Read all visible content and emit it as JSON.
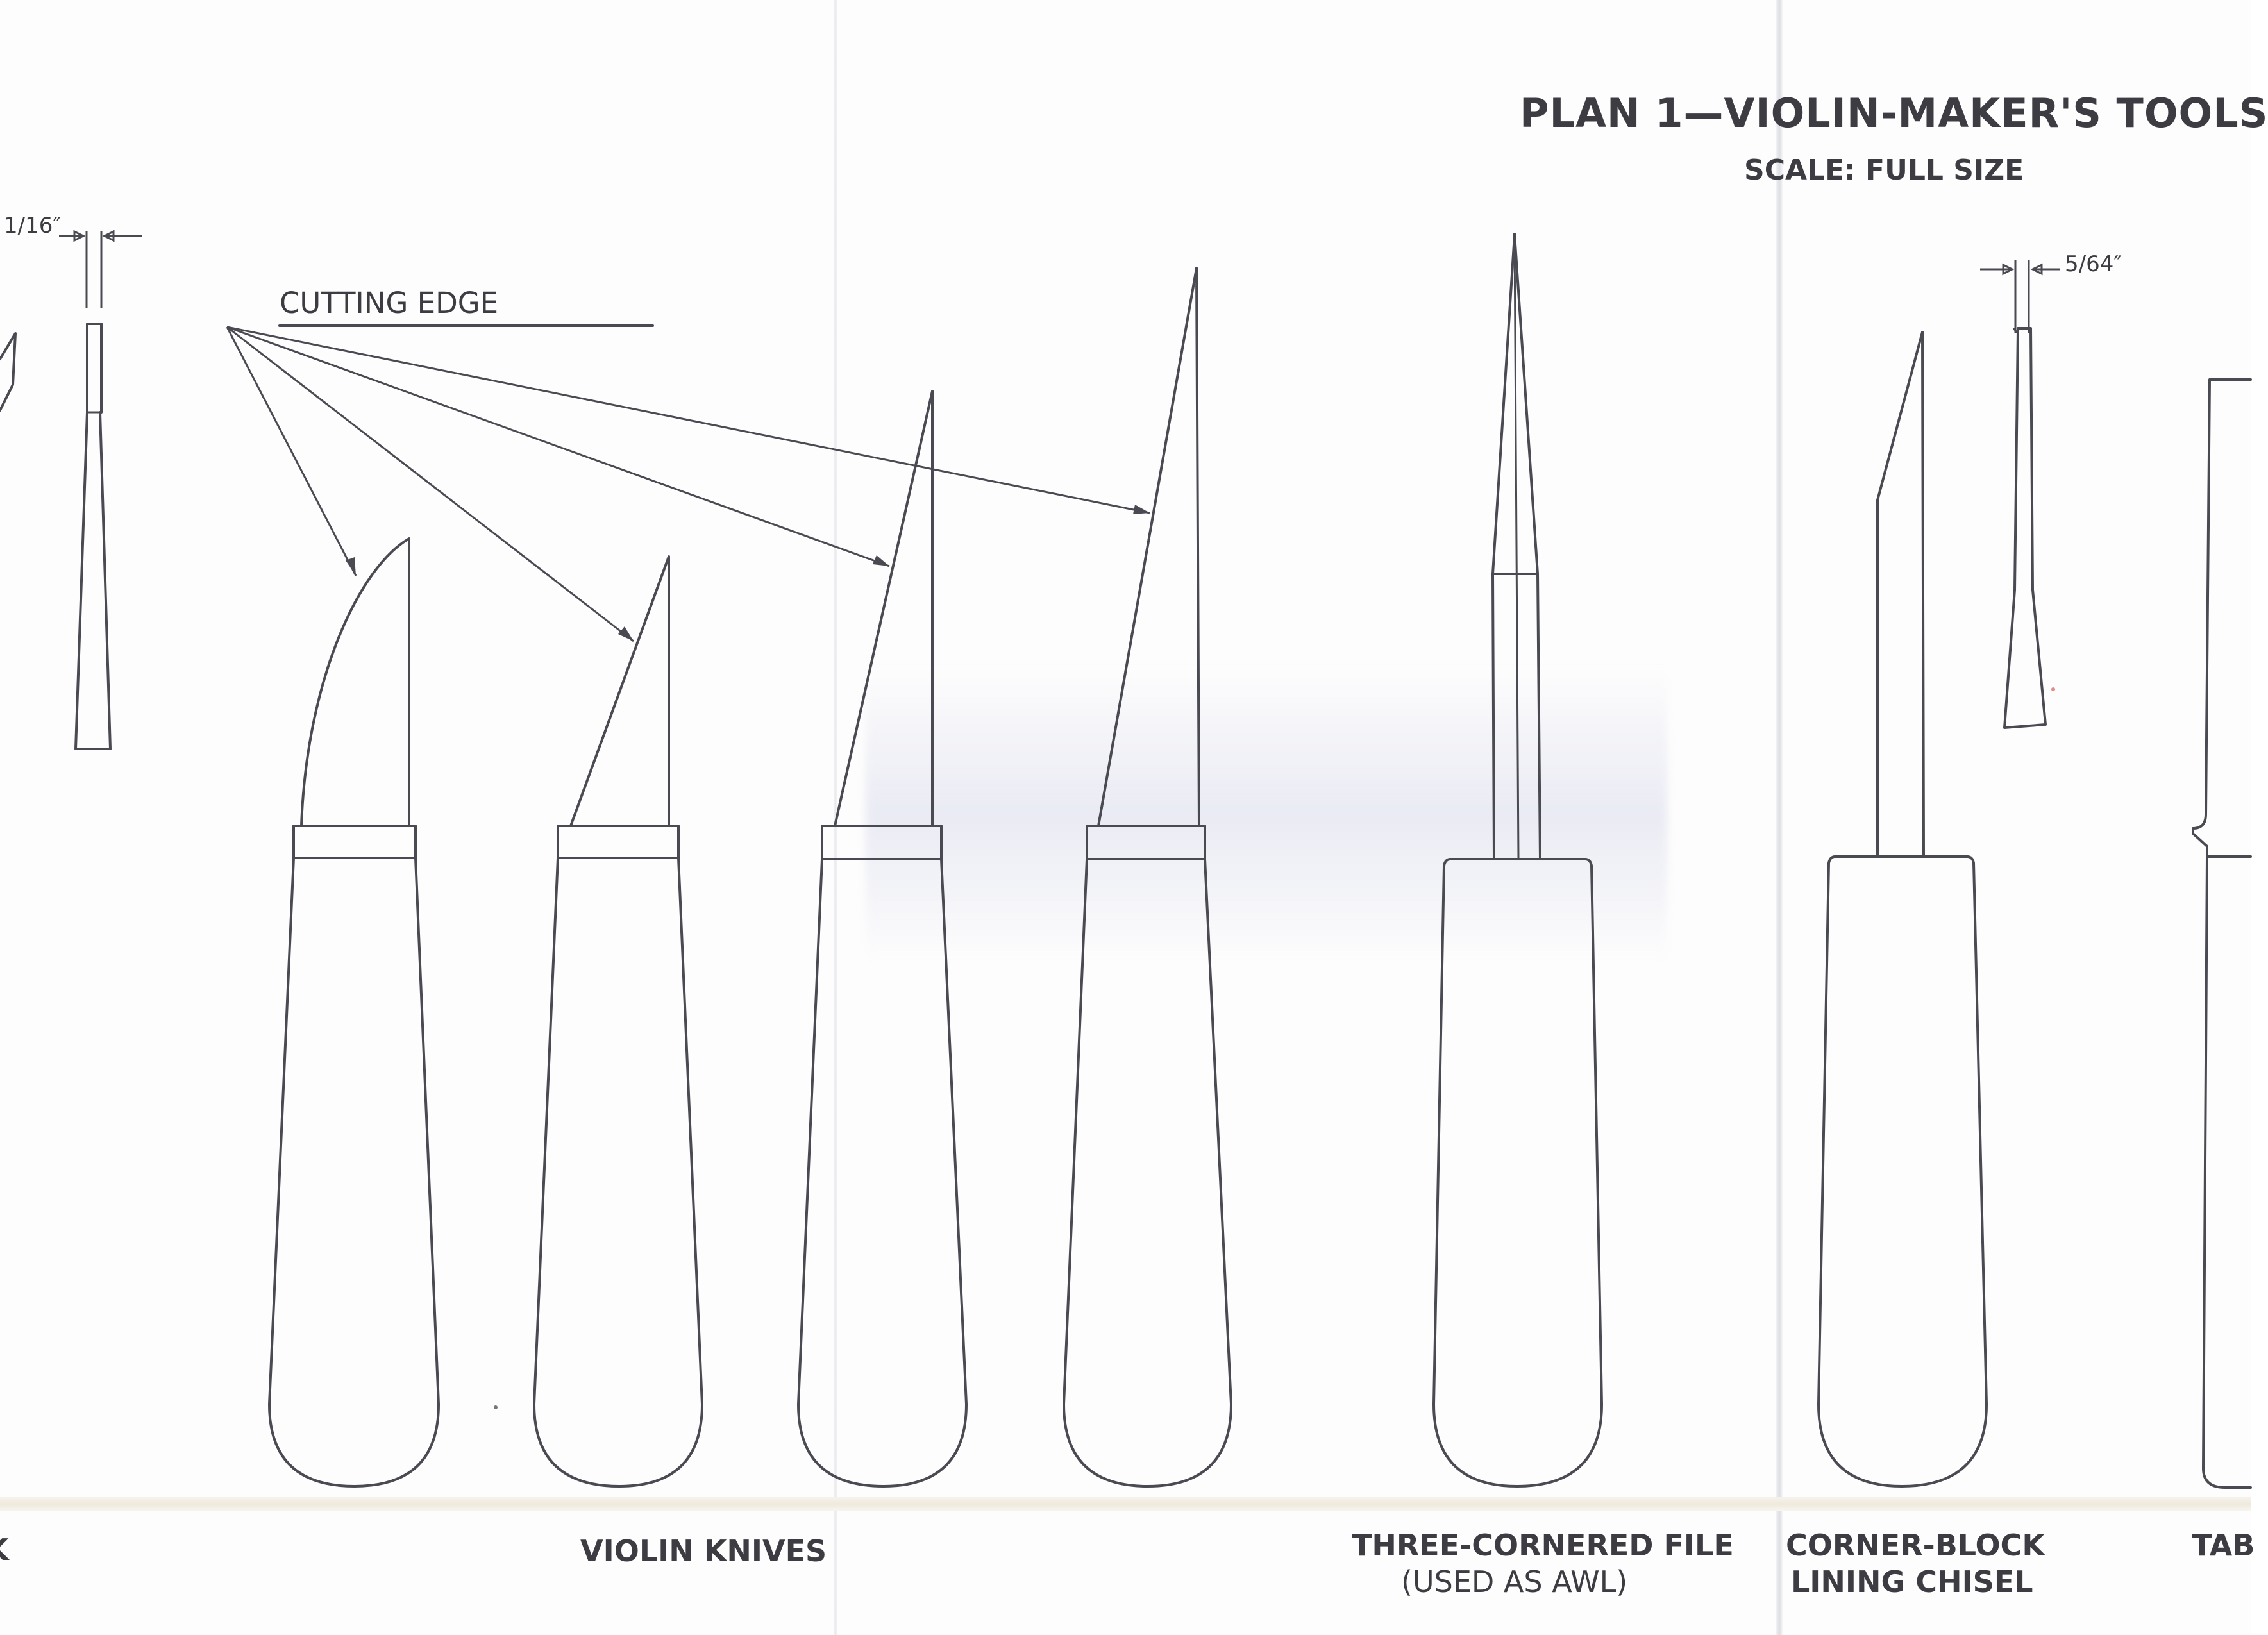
{
  "plan": {
    "title": "PLAN 1—VIOLIN-MAKER'S TOOLS",
    "scale": "SCALE: FULL SIZE"
  },
  "annotations": {
    "cutting_edge": "CUTTING EDGE",
    "dim_left": "1/16″",
    "dim_right": "5/64″"
  },
  "captions": {
    "left_fragment": "K",
    "violin_knives": "VIOLIN KNIVES",
    "file_line1": "THREE-CORNERED FILE",
    "file_line2": "(USED AS AWL)",
    "chisel_line1": "CORNER-BLOCK",
    "chisel_line2": "LINING CHISEL",
    "right_fragment": "TAB"
  },
  "colors": {
    "paper": "#fdfdfd",
    "ink": "#4a4a52",
    "fold_shadow": "#dcdde3"
  }
}
